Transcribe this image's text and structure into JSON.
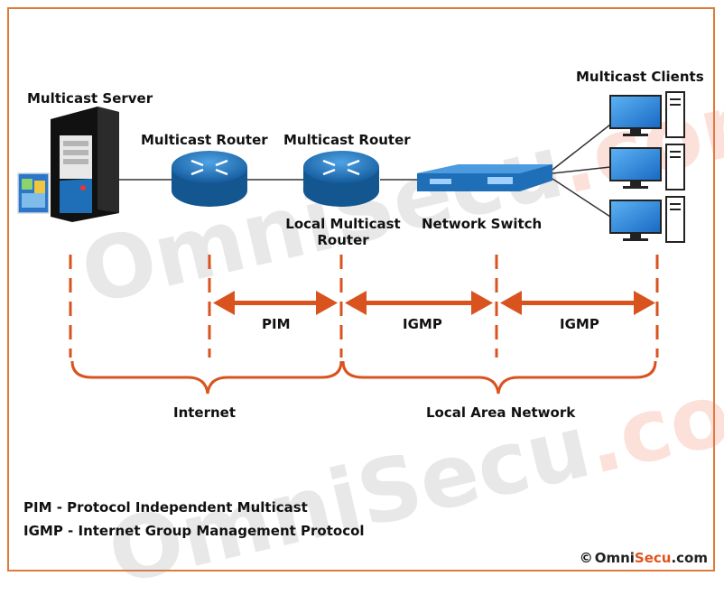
{
  "nodes": {
    "server": "Multicast Server",
    "router1": "Multicast Router",
    "router2": "Multicast Router",
    "local_router_line1": "Local Multicast",
    "local_router_line2": "Router",
    "switch": "Network Switch",
    "clients": "Multicast Clients"
  },
  "protocols": {
    "pim": "PIM",
    "igmp1": "IGMP",
    "igmp2": "IGMP"
  },
  "segments": {
    "internet": "Internet",
    "lan": "Local Area Network"
  },
  "legend": {
    "pim": "PIM - Protocol Independent Multicast",
    "igmp": "IGMP - Internet Group Management Protocol"
  },
  "watermark": {
    "word": "OmniSecu",
    "tld": ".com"
  },
  "copyright": {
    "symbol": "©",
    "brand_a": "Omni",
    "brand_b": "Secu",
    "tld": ".com"
  },
  "colors": {
    "accent": "#d9531e",
    "router": "#1e6fb8",
    "frame": "#e07a3a"
  }
}
